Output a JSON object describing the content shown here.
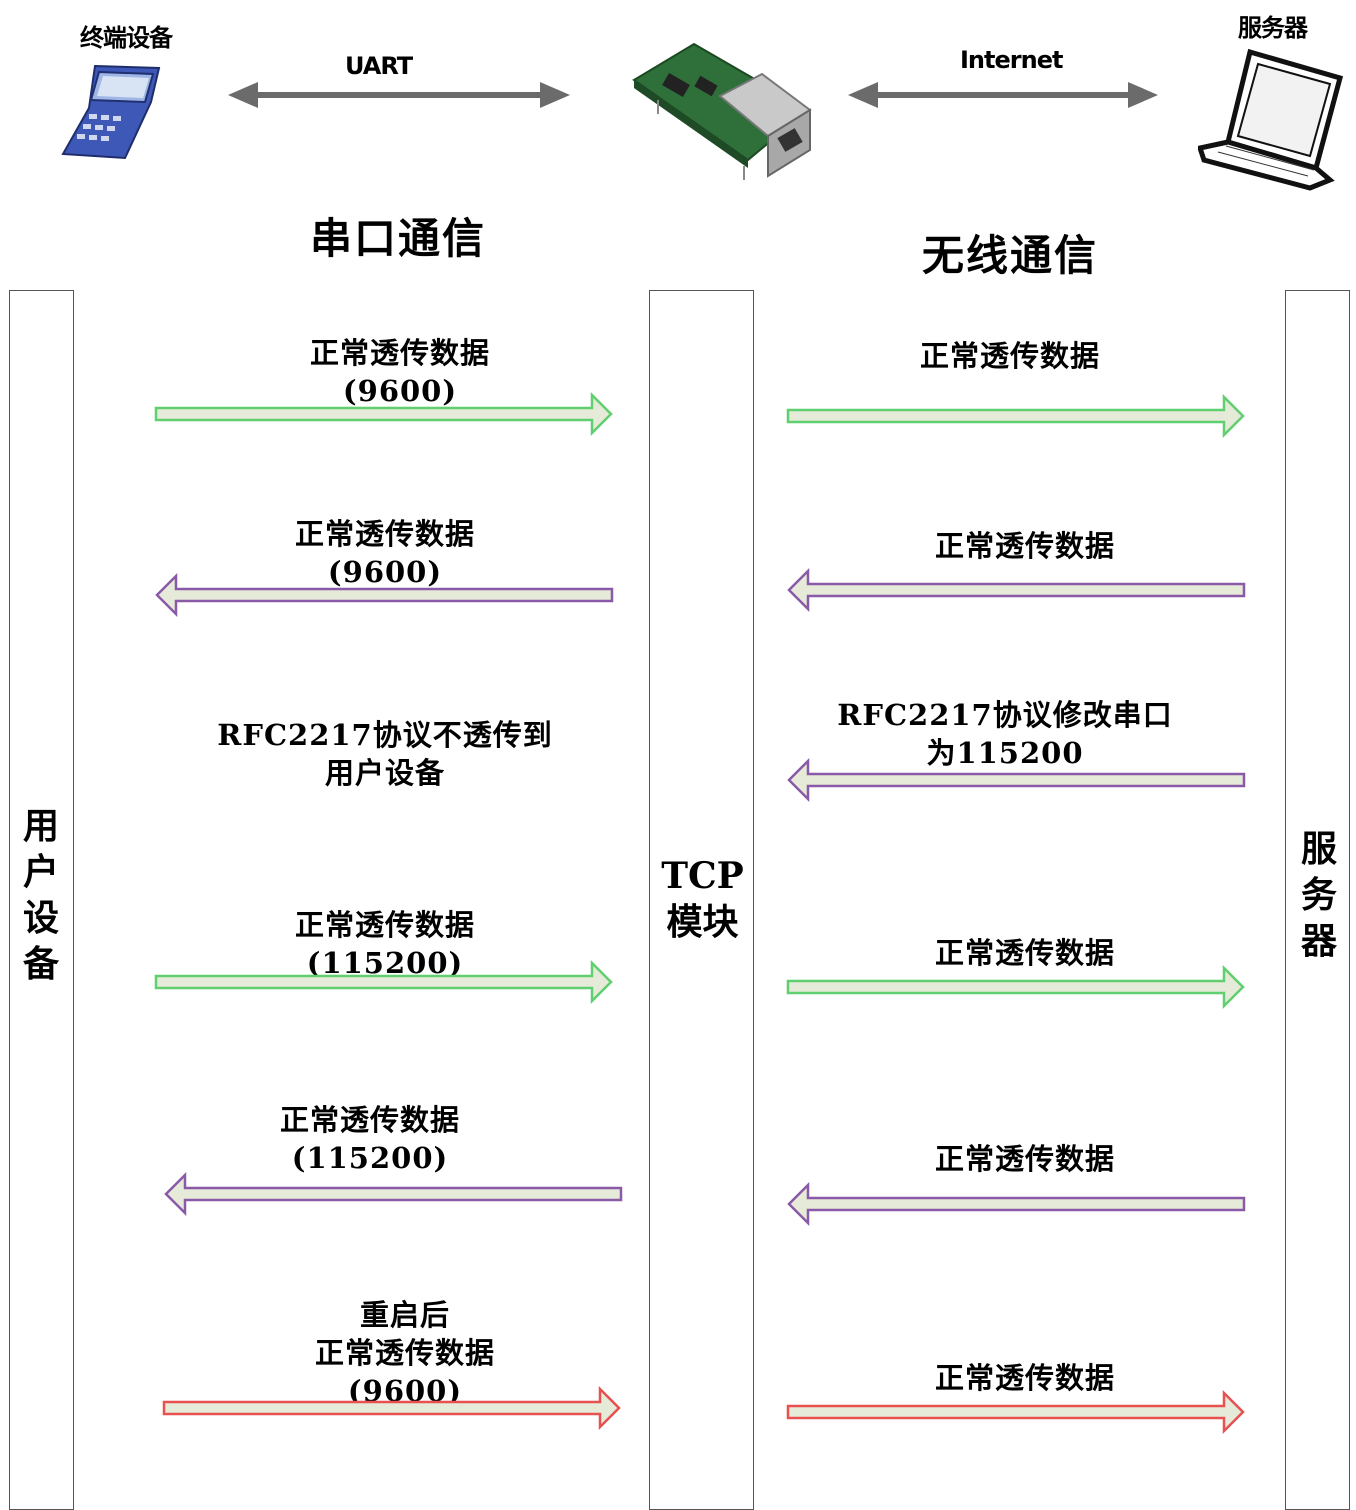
{
  "header": {
    "terminal_label": "终端设备",
    "server_label": "服务器",
    "uart_label": "UART",
    "internet_label": "Internet",
    "serial_title": "串口通信",
    "wireless_title": "无线通信"
  },
  "columns": {
    "user": [
      "用",
      "户",
      "设",
      "备"
    ],
    "tcp": [
      "TCP",
      "模块"
    ],
    "server": [
      "服",
      "务",
      "器"
    ]
  },
  "left_messages": [
    {
      "text": "正常透传数据\n(9600)",
      "direction": "right",
      "color": "#5fcf6f"
    },
    {
      "text": "正常透传数据\n(9600)",
      "direction": "left",
      "color": "#8a5aa8"
    },
    {
      "text": "RFC2217协议不透传到\n用户设备",
      "direction": "none",
      "color": ""
    },
    {
      "text": "正常透传数据\n(115200)",
      "direction": "right",
      "color": "#5fcf6f"
    },
    {
      "text": "正常透传数据\n(115200)",
      "direction": "left",
      "color": "#8a5aa8"
    },
    {
      "text": "重启后\n正常透传数据\n(9600)",
      "direction": "right",
      "color": "#e8514f"
    }
  ],
  "right_messages": [
    {
      "text": "正常透传数据",
      "direction": "right",
      "color": "#5fcf6f"
    },
    {
      "text": "正常透传数据",
      "direction": "left",
      "color": "#8a5aa8"
    },
    {
      "text": "RFC2217协议修改串口\n为115200",
      "direction": "left",
      "color": "#8a5aa8"
    },
    {
      "text": "正常透传数据",
      "direction": "right",
      "color": "#5fcf6f"
    },
    {
      "text": "正常透传数据",
      "direction": "left",
      "color": "#8a5aa8"
    },
    {
      "text": "正常透传数据",
      "direction": "right",
      "color": "#e8514f"
    }
  ],
  "colors": {
    "arrow_fill": "#e6ead9",
    "gray_arrow": "#6b6b6b",
    "column_border": "#555555"
  },
  "icons": {
    "terminal": "handheld-terminal-icon",
    "module": "serial-ethernet-module-icon",
    "server": "laptop-icon"
  }
}
